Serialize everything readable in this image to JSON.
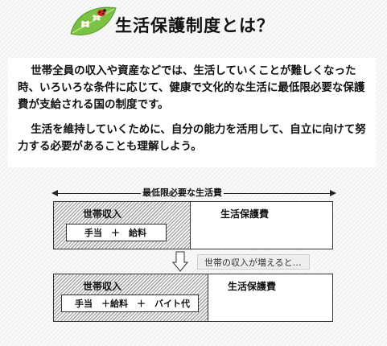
{
  "header": {
    "title": "生活保護制度とは？"
  },
  "explanation": {
    "paragraph1": "世帯全員の収入や資産などでは、生活していくことが難しくなった時、いろいろな条件に応じて、健康で文化的な生活に最低限必要な保護費が支給される国の制度です。",
    "paragraph2": "生活を維持していくために、自分の能力を活用して、自立に向けて努力する必要があることも理解しよう。"
  },
  "diagram": {
    "minimum_living_cost_label": "最低限必要な生活費",
    "before": {
      "household_income_label": "世帯収入",
      "income_items": "手当　＋　給料",
      "welfare_label": "生活保護費"
    },
    "transition_note": "世帯の収入が増えると…",
    "after": {
      "household_income_label": "世帯収入",
      "income_items": "手当　＋給料　＋　バイト代",
      "welfare_label": "生活保護費"
    }
  },
  "colors": {
    "leaf_green": "#7cc242",
    "text": "#111111",
    "hatch_gray": "#a9a9a9"
  }
}
